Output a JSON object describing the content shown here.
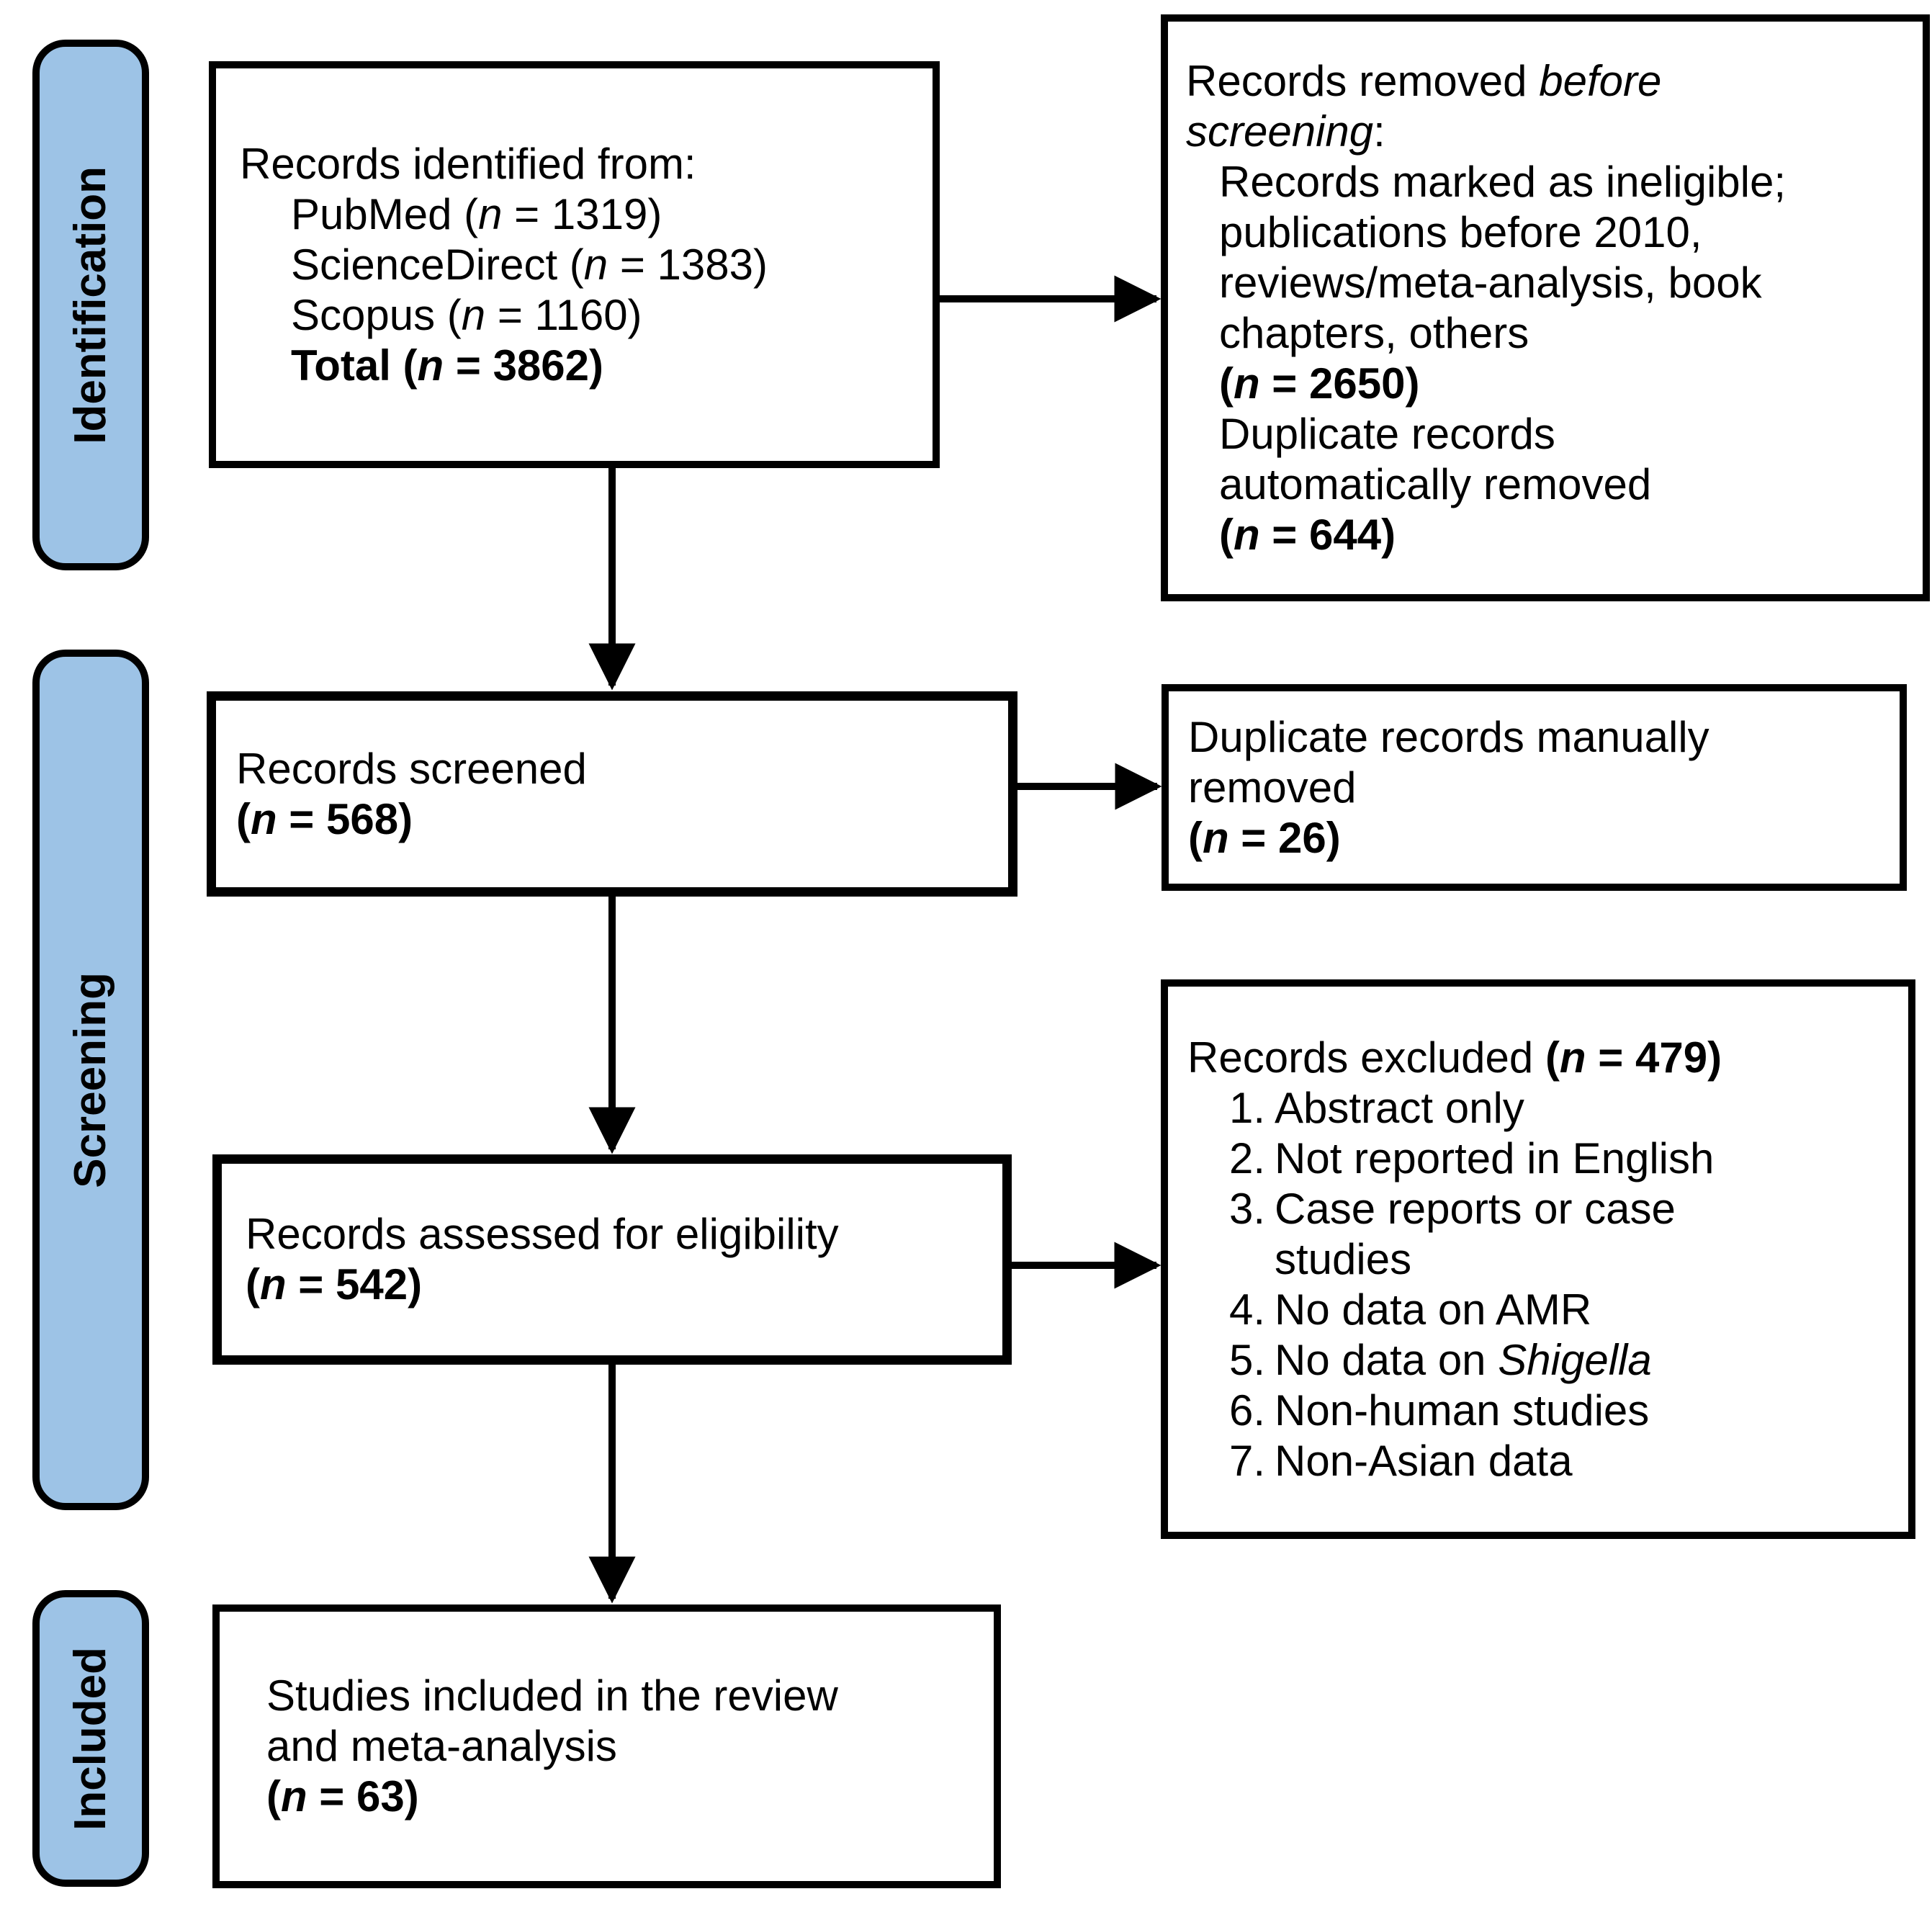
{
  "colors": {
    "stage_fill": "#9DC3E6",
    "border": "#000000",
    "background": "#FFFFFF",
    "text": "#000000"
  },
  "stages": [
    {
      "label": "Identification"
    },
    {
      "label": "Screening"
    },
    {
      "label": "Included"
    }
  ],
  "boxes": {
    "identified": {
      "lines": [
        {
          "ind": 0,
          "segs": [
            {
              "t": "Records identified from:",
              "s": "r"
            }
          ]
        },
        {
          "ind": 1,
          "segs": [
            {
              "t": "PubMed (",
              "s": "r"
            },
            {
              "t": "n",
              "s": "i"
            },
            {
              "t": " = 1319)",
              "s": "r"
            }
          ]
        },
        {
          "ind": 1,
          "segs": [
            {
              "t": "ScienceDirect (",
              "s": "r"
            },
            {
              "t": "n",
              "s": "i"
            },
            {
              "t": " = 1383)",
              "s": "r"
            }
          ]
        },
        {
          "ind": 1,
          "segs": [
            {
              "t": "Scopus (",
              "s": "r"
            },
            {
              "t": "n",
              "s": "i"
            },
            {
              "t": " = 1160)",
              "s": "r"
            }
          ]
        },
        {
          "ind": 1,
          "segs": [
            {
              "t": "Total (",
              "s": "b"
            },
            {
              "t": "n",
              "s": "bi"
            },
            {
              "t": " = 3862)",
              "s": "b"
            }
          ]
        }
      ]
    },
    "removed_before_screening": {
      "lines": [
        {
          "ind": 0,
          "segs": [
            {
              "t": "Records removed ",
              "s": "r"
            },
            {
              "t": "before",
              "s": "i"
            }
          ]
        },
        {
          "ind": 0,
          "segs": [
            {
              "t": "screening",
              "s": "i"
            },
            {
              "t": ":",
              "s": "r"
            }
          ]
        },
        {
          "ind": 1,
          "segs": [
            {
              "t": "Records marked as ineligible;",
              "s": "r"
            }
          ]
        },
        {
          "ind": 1,
          "segs": [
            {
              "t": "publications before 2010,",
              "s": "r"
            }
          ]
        },
        {
          "ind": 1,
          "segs": [
            {
              "t": "reviews/meta-analysis, book",
              "s": "r"
            }
          ]
        },
        {
          "ind": 1,
          "segs": [
            {
              "t": "chapters, others",
              "s": "r"
            }
          ]
        },
        {
          "ind": 1,
          "segs": [
            {
              "t": "(",
              "s": "b"
            },
            {
              "t": "n",
              "s": "bi"
            },
            {
              "t": " = 2650)",
              "s": "b"
            }
          ]
        },
        {
          "ind": 1,
          "segs": [
            {
              "t": "Duplicate records",
              "s": "r"
            }
          ]
        },
        {
          "ind": 1,
          "segs": [
            {
              "t": "automatically removed",
              "s": "r"
            }
          ]
        },
        {
          "ind": 1,
          "segs": [
            {
              "t": "(",
              "s": "b"
            },
            {
              "t": "n",
              "s": "bi"
            },
            {
              "t": " = 644)",
              "s": "b"
            }
          ]
        }
      ]
    },
    "screened": {
      "lines": [
        {
          "ind": 0,
          "segs": [
            {
              "t": "Records screened",
              "s": "r"
            }
          ]
        },
        {
          "ind": 0,
          "segs": [
            {
              "t": "(",
              "s": "b"
            },
            {
              "t": "n",
              "s": "bi"
            },
            {
              "t": " = 568)",
              "s": "b"
            }
          ]
        }
      ]
    },
    "duplicates_manual": {
      "lines": [
        {
          "ind": 0,
          "segs": [
            {
              "t": "Duplicate records manually",
              "s": "r"
            }
          ]
        },
        {
          "ind": 0,
          "segs": [
            {
              "t": "removed",
              "s": "r"
            }
          ]
        },
        {
          "ind": 0,
          "segs": [
            {
              "t": "(",
              "s": "b"
            },
            {
              "t": "n",
              "s": "bi"
            },
            {
              "t": " = 26)",
              "s": "b"
            }
          ]
        }
      ]
    },
    "assessed": {
      "lines": [
        {
          "ind": 0,
          "segs": [
            {
              "t": "Records assessed for eligibility",
              "s": "r"
            }
          ]
        },
        {
          "ind": 0,
          "segs": [
            {
              "t": "(",
              "s": "b"
            },
            {
              "t": "n",
              "s": "bi"
            },
            {
              "t": " = 542)",
              "s": "b"
            }
          ]
        }
      ]
    },
    "excluded": {
      "title_segs": [
        {
          "t": "Records excluded ",
          "s": "r"
        },
        {
          "t": "(",
          "s": "b"
        },
        {
          "t": "n",
          "s": "bi"
        },
        {
          "t": " = 479)",
          "s": "b"
        }
      ],
      "items": [
        {
          "num": "1.",
          "lines": [
            [
              {
                "t": "Abstract only",
                "s": "r"
              }
            ]
          ]
        },
        {
          "num": "2.",
          "lines": [
            [
              {
                "t": "Not reported in English",
                "s": "r"
              }
            ]
          ]
        },
        {
          "num": "3.",
          "lines": [
            [
              {
                "t": "Case reports or case",
                "s": "r"
              }
            ],
            [
              {
                "t": "studies",
                "s": "r"
              }
            ]
          ]
        },
        {
          "num": "4.",
          "lines": [
            [
              {
                "t": "No data on AMR",
                "s": "r"
              }
            ]
          ]
        },
        {
          "num": "5.",
          "lines": [
            [
              {
                "t": "No data on ",
                "s": "r"
              },
              {
                "t": "Shigella",
                "s": "i"
              }
            ]
          ]
        },
        {
          "num": "6.",
          "lines": [
            [
              {
                "t": "Non-human studies",
                "s": "r"
              }
            ]
          ]
        },
        {
          "num": "7.",
          "lines": [
            [
              {
                "t": "Non-Asian data",
                "s": "r"
              }
            ]
          ]
        }
      ]
    },
    "included_studies": {
      "lines": [
        {
          "ind": 0,
          "segs": [
            {
              "t": "Studies included in the review",
              "s": "r"
            }
          ]
        },
        {
          "ind": 0,
          "segs": [
            {
              "t": "and meta-analysis",
              "s": "r"
            }
          ]
        },
        {
          "ind": 0,
          "segs": [
            {
              "t": "(",
              "s": "b"
            },
            {
              "t": "n",
              "s": "bi"
            },
            {
              "t": " = 63)",
              "s": "b"
            }
          ]
        }
      ]
    }
  }
}
